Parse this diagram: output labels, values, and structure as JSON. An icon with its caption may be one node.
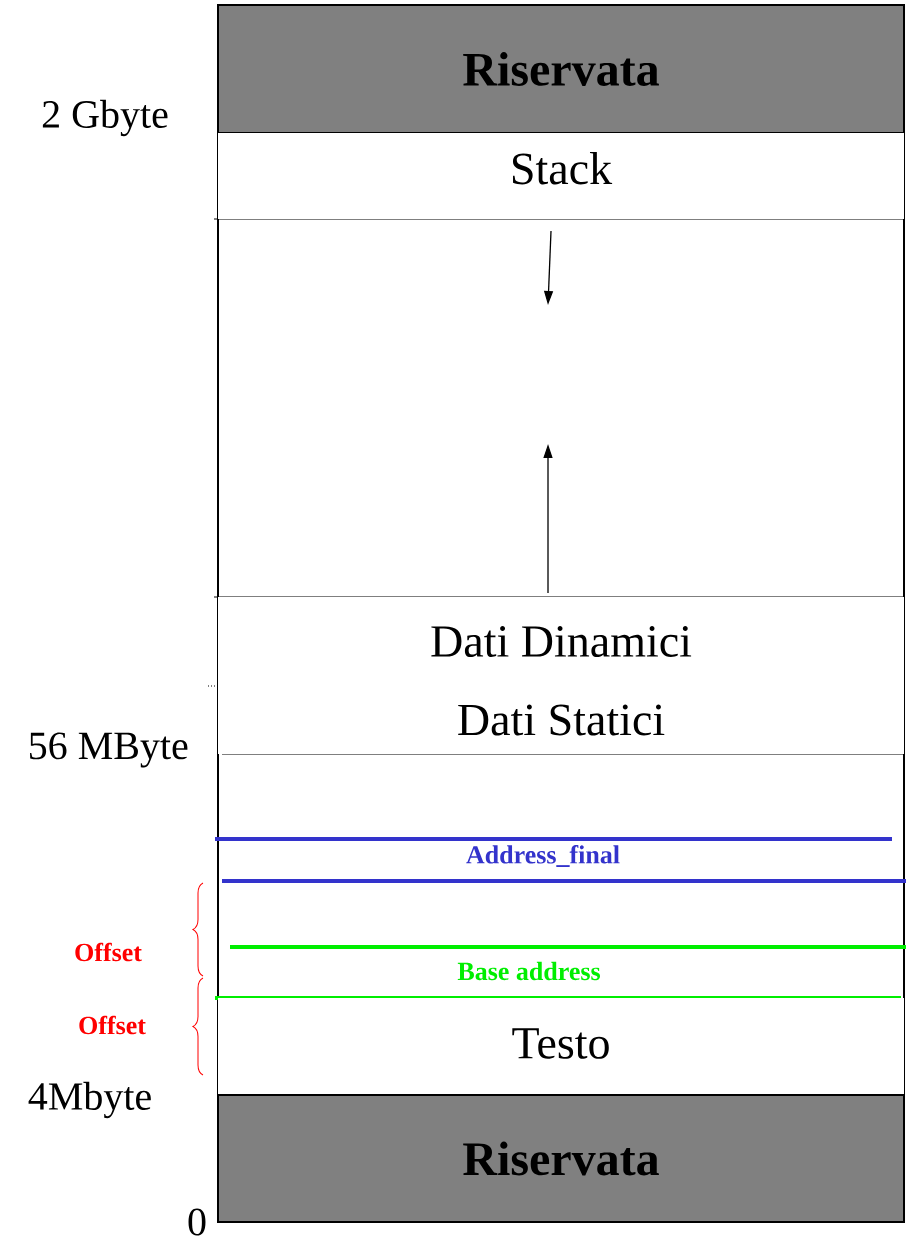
{
  "diagram": {
    "nodes": [
      {
        "text": [
          "Riservata"
        ]
      },
      {
        "text": [
          "Stack"
        ]
      },
      {
        "text": [
          "Dati Dinamici"
        ]
      },
      {
        "text": [
          "Dati Statici"
        ]
      },
      {
        "text": [
          "Testo"
        ]
      },
      {
        "text": [
          "Riservata"
        ]
      }
    ],
    "labels": [
      "2 Gbyte",
      "56 MByte",
      "Address_final",
      "Offset",
      "Base address",
      "Offset",
      "4Mbyte",
      "0"
    ]
  }
}
